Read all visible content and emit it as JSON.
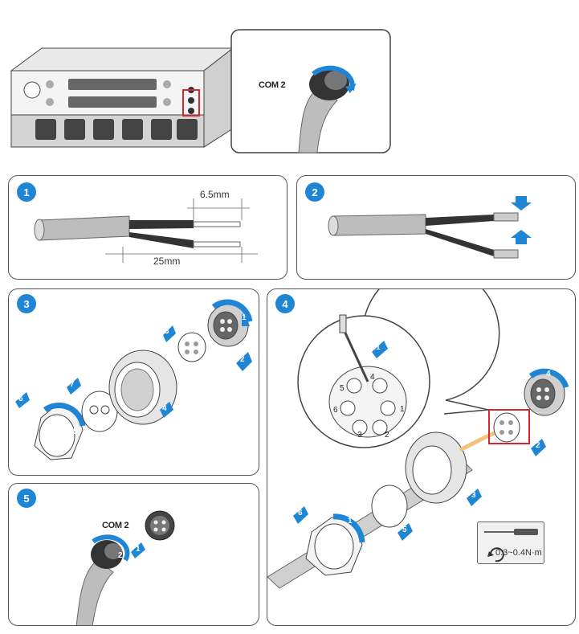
{
  "device": {
    "port_label": "COM 2"
  },
  "steps": [
    {
      "number": "1",
      "dims": {
        "strip": "6.5mm",
        "sheath": "25mm"
      }
    },
    {
      "number": "2"
    },
    {
      "number": "3",
      "parts": [
        "1",
        "2",
        "3",
        "4",
        "5",
        "6",
        "7"
      ]
    },
    {
      "number": "4",
      "parts": [
        "1",
        "2",
        "3",
        "4",
        "5",
        "6"
      ],
      "zoom_parts": [
        "1"
      ],
      "pin_labels": [
        "1",
        "2",
        "3",
        "4",
        "5",
        "6"
      ],
      "tool": {
        "torque": "0.3~0.4N·m"
      }
    },
    {
      "number": "5",
      "port_label": "COM 2",
      "parts": [
        "1",
        "2"
      ]
    }
  ],
  "colors": {
    "accent": "#1f86d6",
    "highlight": "#d9262c",
    "outline": "#555555"
  }
}
